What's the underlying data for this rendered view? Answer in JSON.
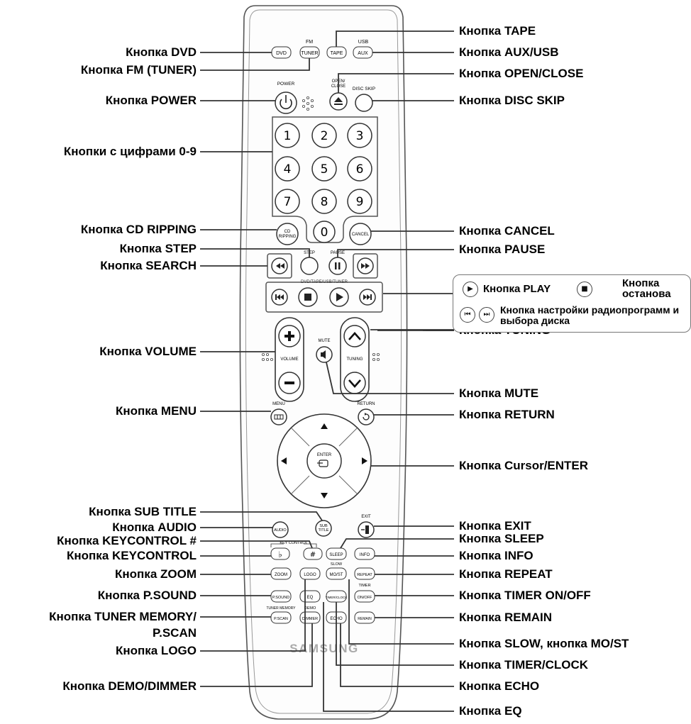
{
  "remote": {
    "brand": "SAMSUNG",
    "source_header_fm": "FM",
    "source_header_usb": "USB",
    "power_label": "POWER",
    "open_close_label": "OPEN/\nCLOSE",
    "disc_skip_label": "DISC SKIP",
    "step_label": "STEP",
    "pause_label": "PAUSE",
    "dvd_rec_label": "DVD/TAPE/USB/TUNER",
    "mute_label": "MUTE",
    "volume_label": "VOLUME",
    "tuning_label": "TUNING",
    "menu_label": "MENU",
    "return_label": "RETURN",
    "enter_label": "ENTER",
    "exit_label": "EXIT",
    "key_control_label": "KEY CONTROL",
    "slow_label": "SLOW",
    "timer_label": "TIMER",
    "tuner_memory_label": "TUNER MEMORY",
    "demo_label": "DEMO",
    "buttons": {
      "dvd": "DVD",
      "tuner": "TUNER",
      "tape": "TAPE",
      "aux": "AUX",
      "n1": "1",
      "n2": "2",
      "n3": "3",
      "n4": "4",
      "n5": "5",
      "n6": "6",
      "n7": "7",
      "n8": "8",
      "n9": "9",
      "n0": "0",
      "cd_ripping": "CD\nRIPPING",
      "cancel": "CANCEL",
      "audio": "AUDIO",
      "subtitle": "SUB\nTITLE",
      "sleep": "SLEEP",
      "info": "INFO",
      "zoom": "ZOOM",
      "logo": "LOGO",
      "most": "MO/ST",
      "repeat": "REPEAT",
      "psound": "P.SOUND",
      "eq": "EQ",
      "timerclock": "TIMER/CLOCK",
      "onoff": "ON/OFF",
      "pscan": "P.SCAN",
      "dimmer": "DIMMER",
      "echo": "ECHO",
      "remain": "REMAIN",
      "flat": "♭",
      "sharp": "#"
    }
  },
  "callouts_left": [
    "Кнопка DVD",
    "Кнопка FM (TUNER)",
    "Кнопка POWER",
    "Кнопки с цифрами 0-9",
    "Кнопка CD RIPPING",
    "Кнопка STEP",
    "Кнопка SEARCH",
    "Кнопка VOLUME",
    "Кнопка MENU",
    "Кнопка SUB TITLE",
    "Кнопка AUDIO",
    "Кнопка KEYCONTROL #",
    "Кнопка KEYCONTROL",
    "Кнопка ZOOM",
    "Кнопка P.SOUND",
    "Кнопка TUNER MEMORY/",
    "P.SCAN",
    "Кнопка LOGO",
    "Кнопка DEMO/DIMMER"
  ],
  "callouts_right": [
    "Кнопка TAPE",
    "Кнопка AUX/USB",
    "Кнопка OPEN/CLOSE",
    "Кнопка DISC SKIP",
    "Кнопка CANCEL",
    "Кнопка PAUSE",
    "Кнопка TUNING",
    "Кнопка MUTE",
    "Кнопка RETURN",
    "Кнопка Cursor/ENTER",
    "Кнопка EXIT",
    "Кнопка SLEEP",
    "Кнопка INFO",
    "Кнопка REPEAT",
    "Кнопка TIMER ON/OFF",
    "Кнопка REMAIN",
    "Кнопка SLOW, кнопка MO/ST",
    "Кнопка TIMER/CLOCK",
    "Кнопка ECHO",
    "Кнопка EQ"
  ],
  "legend": {
    "play": "Кнопка PLAY",
    "stop_line1": "Кнопка",
    "stop_line2": "останова",
    "skip_line1": "Кнопка настройки радиопрограмм и",
    "skip_line2": "выбора диска"
  }
}
